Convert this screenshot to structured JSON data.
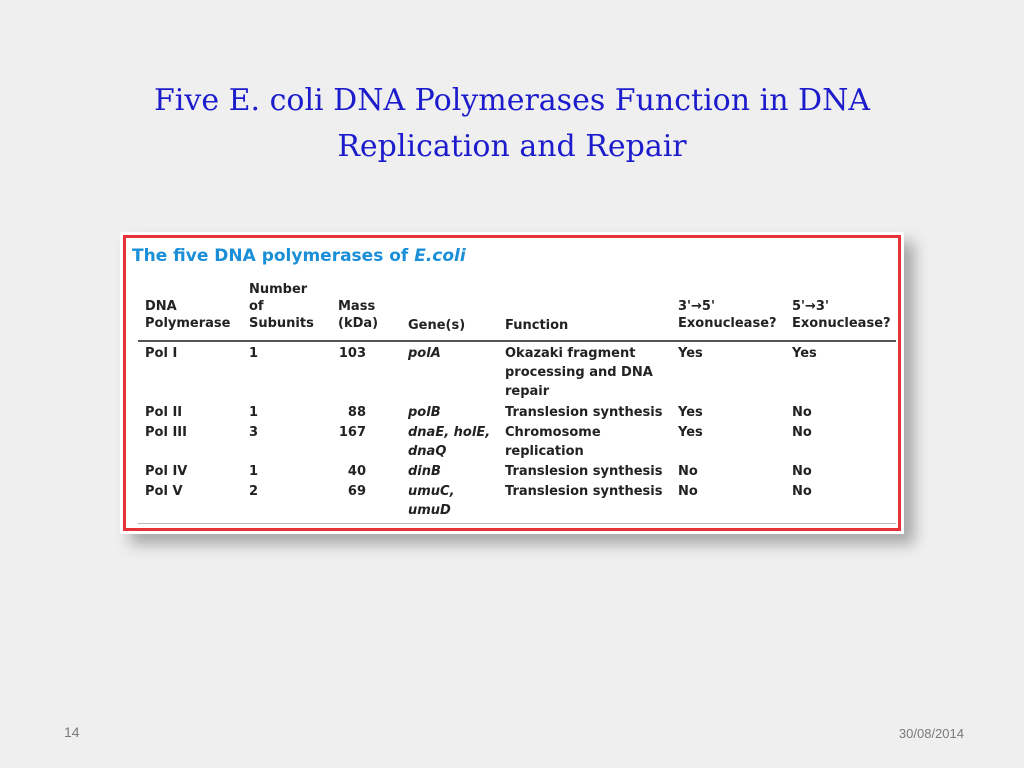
{
  "slide": {
    "title_line1": "Five E. coli DNA Polymerases Function in DNA",
    "title_line2": "Replication and Repair",
    "page_number": "14",
    "date": "30/08/2014"
  },
  "table": {
    "caption_prefix": "The five DNA polymerases of",
    "caption_italic": "E.coli",
    "headers": {
      "polymerase": [
        "DNA",
        "Polymerase"
      ],
      "subunits": [
        "Number",
        "of",
        "Subunits"
      ],
      "mass": [
        "Mass",
        "(kDa)"
      ],
      "genes": [
        "Gene(s)"
      ],
      "function": [
        "Function"
      ],
      "exo35": [
        "3'→5'",
        "Exonuclease?"
      ],
      "exo53": [
        "5'→3'",
        "Exonuclease?"
      ]
    },
    "rows": [
      {
        "polymerase": "Pol I",
        "subunits": "1",
        "mass": "103",
        "genes": [
          "polA"
        ],
        "function": [
          "Okazaki fragment",
          "processing and DNA",
          "repair"
        ],
        "exo35": "Yes",
        "exo53": "Yes"
      },
      {
        "polymerase": "Pol II",
        "subunits": "1",
        "mass": "88",
        "genes": [
          "polB"
        ],
        "function": [
          "Translesion synthesis"
        ],
        "exo35": "Yes",
        "exo53": "No"
      },
      {
        "polymerase": "Pol III",
        "subunits": "3",
        "mass": "167",
        "genes": [
          "dnaE, holE,",
          "dnaQ"
        ],
        "function": [
          "Chromosome",
          "replication"
        ],
        "exo35": "Yes",
        "exo53": "No"
      },
      {
        "polymerase": "Pol IV",
        "subunits": "1",
        "mass": "40",
        "genes": [
          "dinB"
        ],
        "function": [
          "Translesion synthesis"
        ],
        "exo35": "No",
        "exo53": "No"
      },
      {
        "polymerase": "Pol V",
        "subunits": "2",
        "mass": "69",
        "genes": [
          "umuC,",
          "umuD"
        ],
        "function": [
          "Translesion synthesis"
        ],
        "exo35": "No",
        "exo53": "No"
      }
    ]
  }
}
